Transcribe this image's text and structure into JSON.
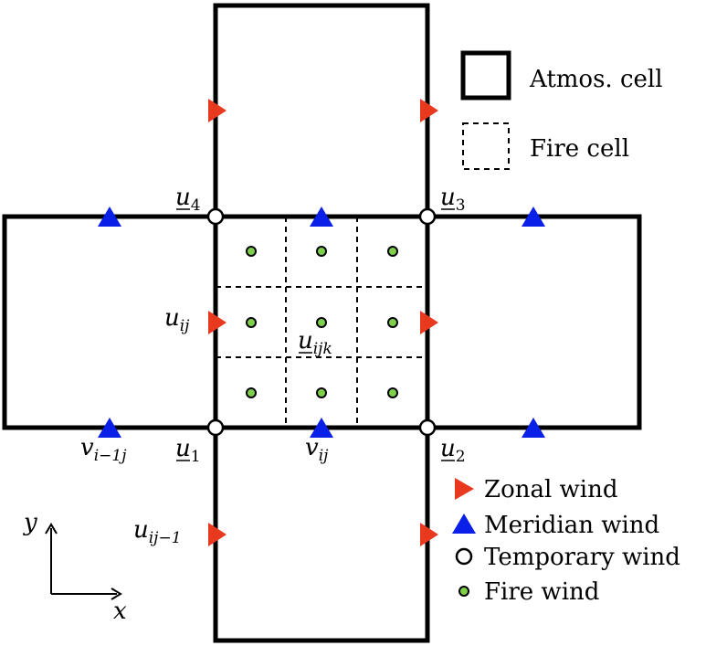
{
  "labels": {
    "u4": {
      "base": "u",
      "sub": "4"
    },
    "u3": {
      "base": "u",
      "sub": "3"
    },
    "u1": {
      "base": "u",
      "sub": "1"
    },
    "u2": {
      "base": "u",
      "sub": "2"
    },
    "u_ij": {
      "base": "u",
      "sub": "ij"
    },
    "u_ijk": {
      "base": "u",
      "sub": "ijk"
    },
    "u_ij_minus1": {
      "base": "u",
      "sub": "ij−1"
    },
    "v_i_minus1_j": {
      "base": "v",
      "sub": "i−1j"
    },
    "v_ij": {
      "base": "v",
      "sub": "ij"
    },
    "axis_x": "x",
    "axis_y": "y"
  },
  "legend": {
    "atmos_cell": "Atmos. cell",
    "fire_cell": "Fire cell",
    "zonal_wind": "Zonal wind",
    "meridian_wind": "Meridian wind",
    "temporary_wind": "Temporary wind",
    "fire_wind": "Fire wind"
  },
  "colors": {
    "zonal": "#e8391f",
    "meridian": "#0a1fe8",
    "fire": "#7ed04b",
    "grid": "#000000"
  }
}
